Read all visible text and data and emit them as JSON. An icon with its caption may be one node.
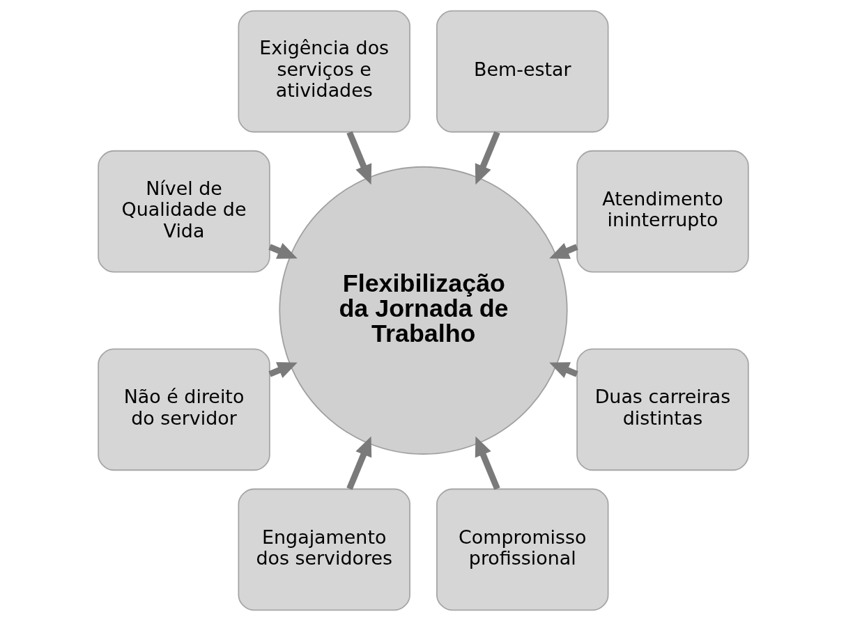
{
  "diagram": {
    "nodes": [
      {
        "text": [
          "Flexibilização da Jornada de Trabalho"
        ]
      },
      {
        "text": [
          "Atendimento ininterrupto"
        ]
      },
      {
        "text": [
          "Bem-estar"
        ]
      },
      {
        "text": [
          "Exigência dos serviços e atividades"
        ]
      },
      {
        "text": [
          "Nível de Qualidade de Vida"
        ]
      },
      {
        "text": [
          "Não é direito do servidor"
        ]
      },
      {
        "text": [
          "Engajamento dos servidores"
        ]
      },
      {
        "text": [
          "Compromisso profissional"
        ]
      },
      {
        "text": [
          "Duas carreiras distintas"
        ]
      }
    ],
    "edges": [
      {
        "from": 1,
        "to": 0,
        "arrow": "to"
      },
      {
        "from": 2,
        "to": 0,
        "arrow": "to"
      },
      {
        "from": 3,
        "to": 0,
        "arrow": "to"
      },
      {
        "from": 4,
        "to": 0,
        "arrow": "to"
      },
      {
        "from": 5,
        "to": 0,
        "arrow": "to"
      },
      {
        "from": 6,
        "to": 0,
        "arrow": "to"
      },
      {
        "from": 7,
        "to": 0,
        "arrow": "to"
      },
      {
        "from": 8,
        "to": 0,
        "arrow": "to"
      }
    ]
  }
}
